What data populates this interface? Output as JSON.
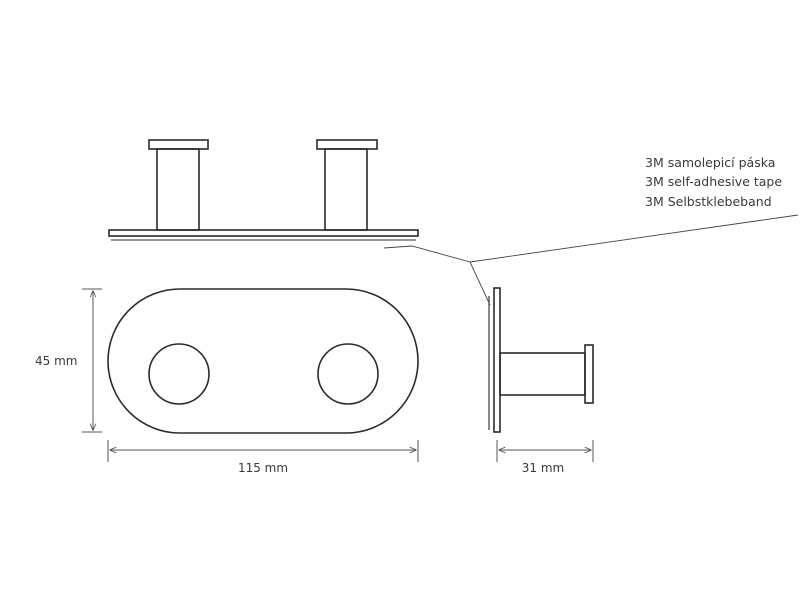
{
  "labels": {
    "tape_cs": "3M samolepicí páska",
    "tape_en": "3M self-adhesive tape",
    "tape_de": "3M Selbstklebeband"
  },
  "dimensions": {
    "height": "45 mm",
    "width": "115 mm",
    "depth": "31 mm"
  },
  "colors": {
    "line": "#2b2b2b",
    "text": "#3a3a3a"
  }
}
